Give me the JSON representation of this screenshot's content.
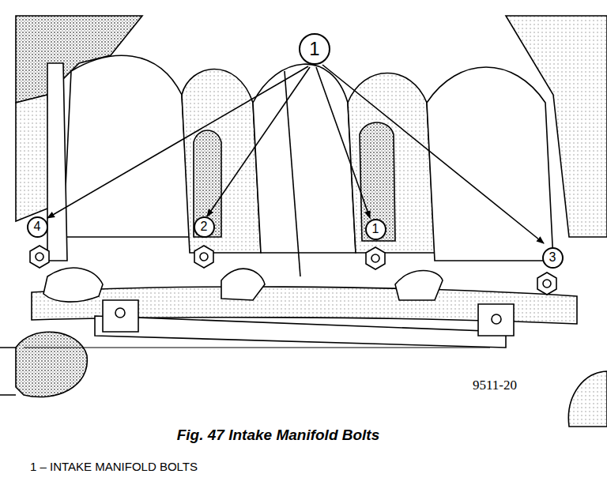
{
  "diagram": {
    "caption": "Fig. 47 Intake Manifold Bolts",
    "nodes": [
      {
        "text": [
          "1"
        ]
      },
      {
        "text": [
          "4"
        ]
      },
      {
        "text": [
          "2"
        ]
      },
      {
        "text": [
          "1"
        ]
      },
      {
        "text": [
          "3"
        ]
      }
    ],
    "labels": [
      "9511-20",
      "1 – INTAKE MANIFOLD BOLTS"
    ]
  }
}
